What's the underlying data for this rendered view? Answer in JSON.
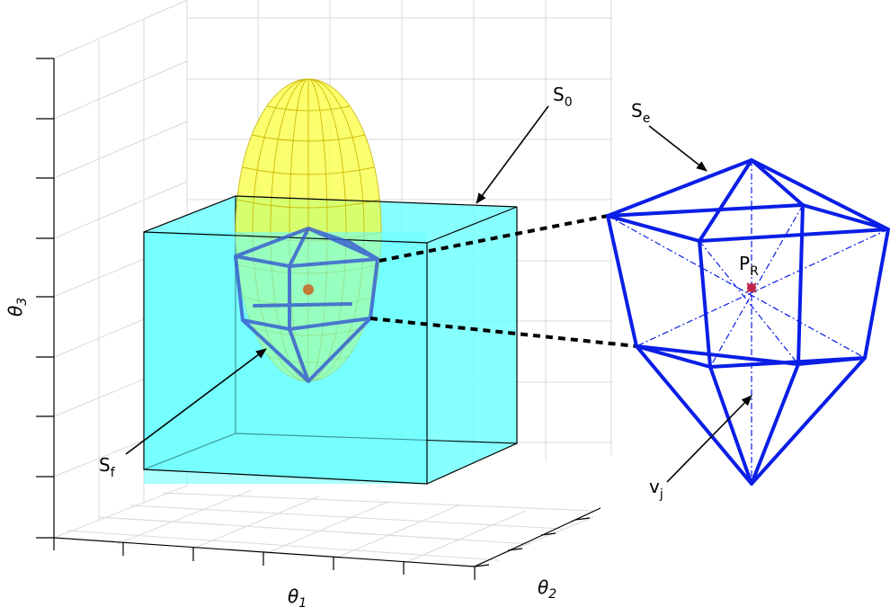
{
  "axes": {
    "x_label": "θ",
    "x_sub": "1",
    "y_label": "θ",
    "y_sub": "2",
    "z_label": "θ",
    "z_sub": "3"
  },
  "labels": {
    "s0_main": "S",
    "s0_sub": "0",
    "sf_main": "S",
    "sf_sub": "f",
    "se_main": "S",
    "se_sub": "e",
    "pr_main": "P",
    "pr_sub": "R",
    "vj_main": "v",
    "vj_sub": "j"
  },
  "colors": {
    "cube_fill": "#66ffff",
    "ellipsoid_fill": "#ffff33",
    "polyhedron": "#0a1ee6",
    "center_point": "#c0264a"
  }
}
